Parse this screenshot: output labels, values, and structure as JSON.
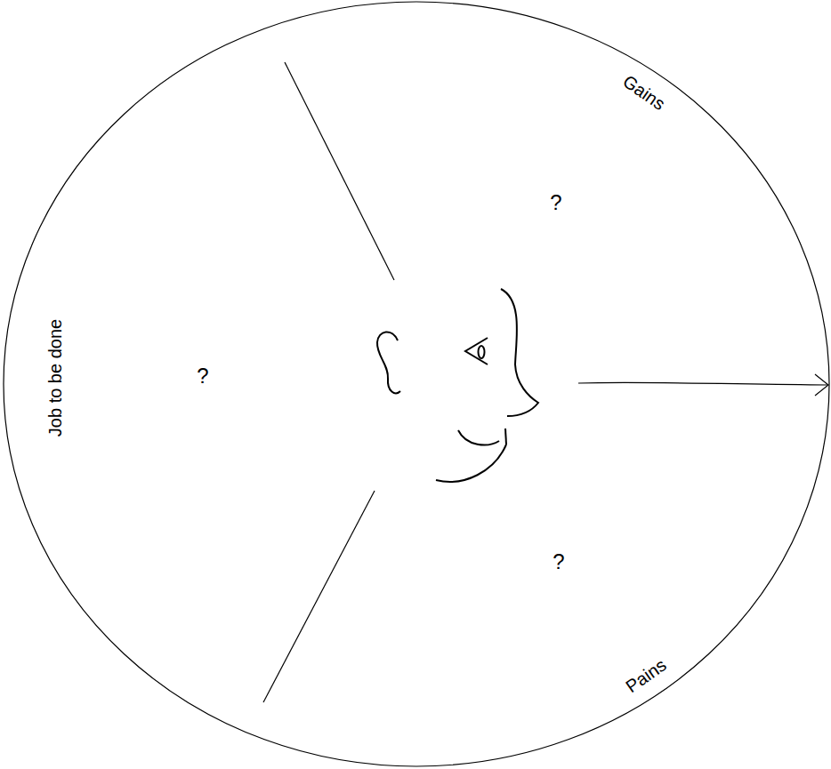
{
  "diagram": {
    "labels": [
      "Gains",
      "?",
      "Job to be done",
      "?",
      "?",
      "Pains"
    ]
  }
}
